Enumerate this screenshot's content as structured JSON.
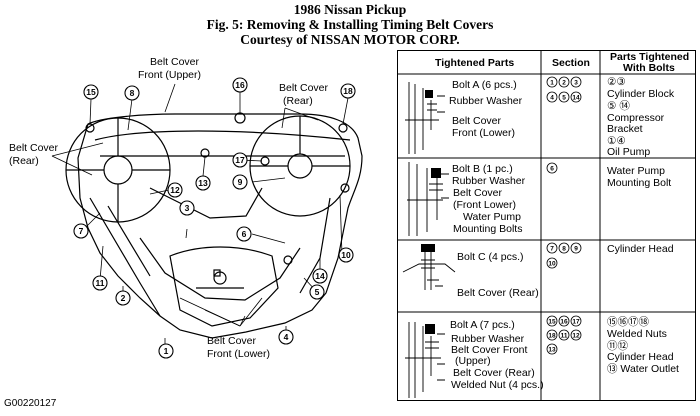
{
  "header": {
    "line1": "1986 Nissan Pickup",
    "line2": "Fig. 5: Removing & Installing Timing Belt Covers",
    "line3": "Courtesy of NISSAN MOTOR CORP."
  },
  "diagram": {
    "labels": {
      "belt_cover_front_upper_1": "Belt Cover",
      "belt_cover_front_upper_2": "Front (Upper)",
      "belt_cover_rear_left_1": "Belt Cover",
      "belt_cover_rear_left_2": "(Rear)",
      "belt_cover_rear_right_1": "Belt Cover",
      "belt_cover_rear_right_2": "(Rear)",
      "belt_cover_front_lower_1": "Belt Cover",
      "belt_cover_front_lower_2": "Front (Lower)"
    },
    "callouts": [
      "1",
      "2",
      "3",
      "4",
      "5",
      "6",
      "7",
      "8",
      "9",
      "10",
      "11",
      "12",
      "13",
      "14",
      "15",
      "16",
      "17",
      "18"
    ]
  },
  "table": {
    "headers": {
      "parts": "Tightened Parts",
      "section": "Section",
      "bolts_1": "Parts Tightened",
      "bolts_2": "With Bolts"
    },
    "rows": [
      {
        "parts": [
          "Bolt A (6 pcs.)",
          "Rubber Washer",
          "Belt Cover",
          "Front (Lower)"
        ],
        "section": [
          [
            "1",
            "2",
            "3"
          ],
          [
            "4",
            "5",
            "14"
          ]
        ],
        "bolts": [
          "②③",
          "Cylinder Block",
          "⑤ ⑭",
          "Compressor",
          "Bracket",
          "①④",
          "Oil Pump"
        ]
      },
      {
        "parts": [
          "Bolt B (1 pc.)",
          "Rubber Washer",
          "Belt Cover",
          "(Front Lower)",
          "Water Pump",
          "Mounting Bolts"
        ],
        "section": [
          [
            "6"
          ]
        ],
        "bolts": [
          "Water Pump",
          "Mounting Bolt"
        ]
      },
      {
        "parts": [
          "Bolt C (4 pcs.)",
          "Belt Cover (Rear)"
        ],
        "section": [
          [
            "7",
            "8",
            "9"
          ],
          [
            "10"
          ]
        ],
        "bolts": [
          "Cylinder Head"
        ]
      },
      {
        "parts": [
          "Bolt A (7 pcs.)",
          "Rubber Washer",
          "Belt Cover Front",
          "(Upper)",
          "Belt Cover (Rear)",
          "Welded Nut (4 pcs.)"
        ],
        "section": [
          [
            "15",
            "16",
            "17"
          ],
          [
            "18",
            "11",
            "12"
          ],
          [
            "13"
          ]
        ],
        "bolts": [
          "⑮⑯⑰⑱",
          "Welded Nuts",
          "⑪⑫",
          "Cylinder Head",
          "⑬ Water Outlet"
        ]
      }
    ]
  },
  "footer": {
    "code": "G00220127"
  }
}
